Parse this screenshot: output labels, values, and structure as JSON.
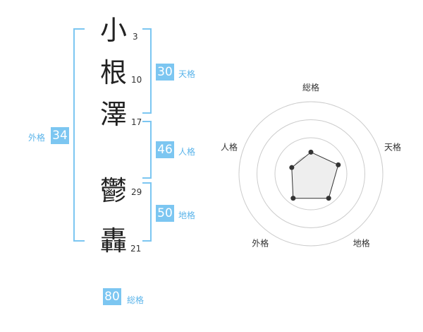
{
  "name_chars": [
    {
      "char": "小",
      "strokes": "3"
    },
    {
      "char": "根",
      "strokes": "10"
    },
    {
      "char": "澤",
      "strokes": "17"
    },
    {
      "char": "鬱",
      "strokes": "29"
    },
    {
      "char": "轟",
      "strokes": "21"
    }
  ],
  "kaku": {
    "tenkaku": {
      "value": "30",
      "label": "天格"
    },
    "jinkaku": {
      "value": "46",
      "label": "人格"
    },
    "chikaku": {
      "value": "50",
      "label": "地格"
    },
    "gaikaku": {
      "value": "34",
      "label": "外格"
    },
    "soukaku": {
      "value": "80",
      "label": "総格"
    }
  },
  "chart_data": {
    "type": "radar",
    "axes": [
      "総格",
      "天格",
      "地格",
      "外格",
      "人格"
    ],
    "values": [
      0.3,
      0.4,
      0.42,
      0.42,
      0.28
    ],
    "rings": 4,
    "max": 1
  },
  "colors": {
    "accent": "#7cc6f1",
    "accent_text": "#5bb4ea",
    "polygon_fill": "#eeeeee",
    "ring": "#cccccc"
  }
}
